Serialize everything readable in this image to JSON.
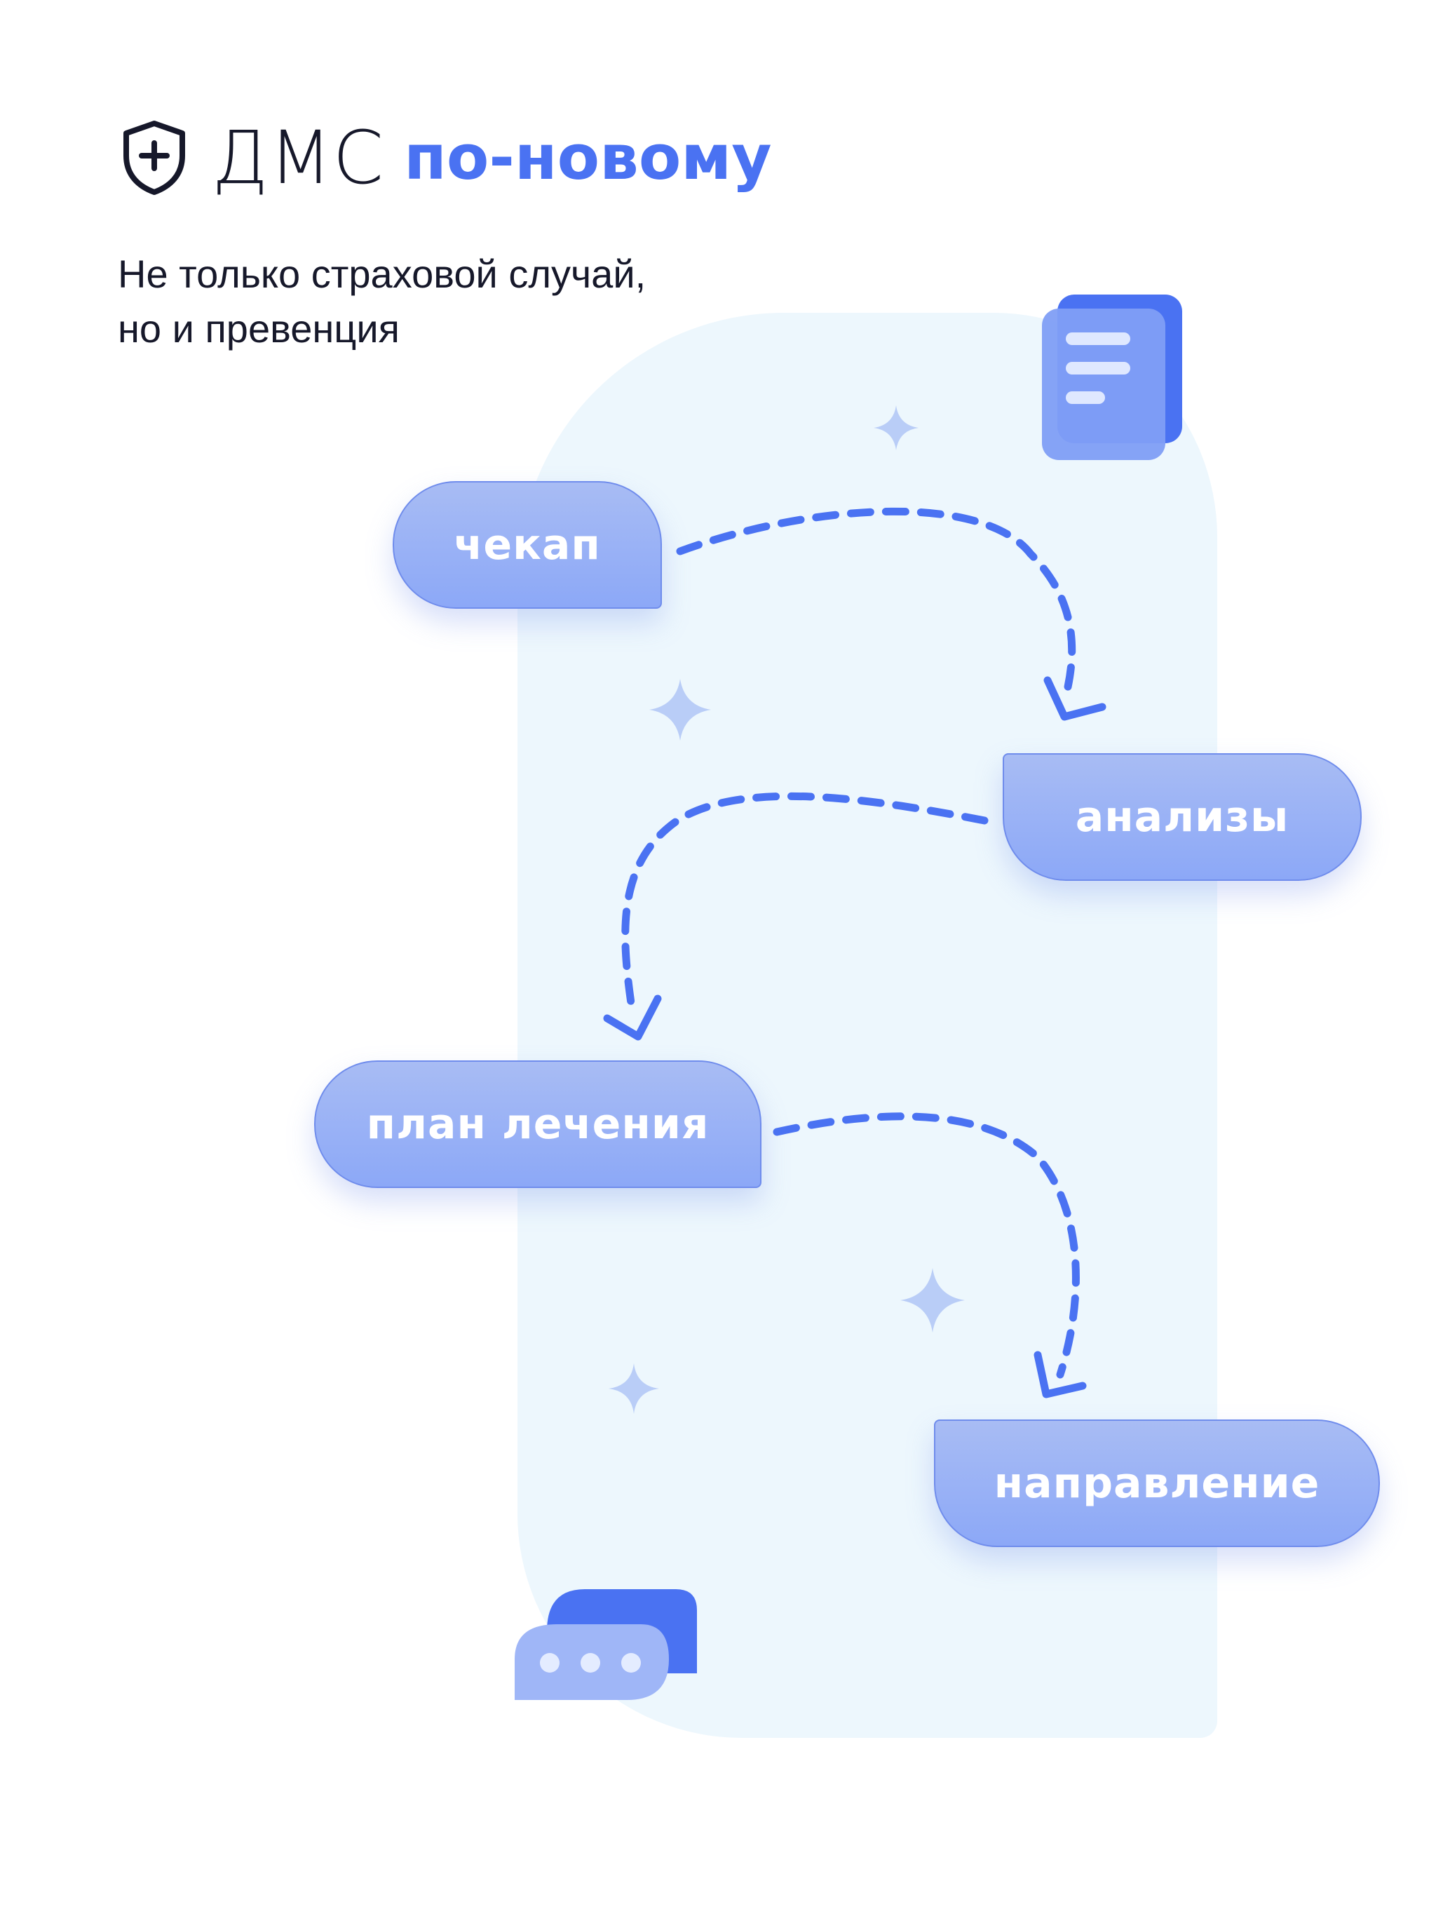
{
  "header": {
    "title_plain": "ДМС",
    "title_accent": "по-новому",
    "subtitle_line1": "Не только страховой случай,",
    "subtitle_line2": "но и превенция"
  },
  "steps": [
    {
      "label": "чекап"
    },
    {
      "label": "анализы"
    },
    {
      "label": "план лечения"
    },
    {
      "label": "направление"
    }
  ],
  "colors": {
    "accent": "#4a72f2",
    "text": "#16182a",
    "panel": "#edf7fd",
    "pill_top": "#a8bcf4",
    "pill_bottom": "#8ca8f7",
    "sparkle": "#b9cdf7"
  },
  "icons": [
    "shield-plus-icon",
    "document-icon",
    "chat-bubble-icon",
    "sparkle-icon"
  ]
}
